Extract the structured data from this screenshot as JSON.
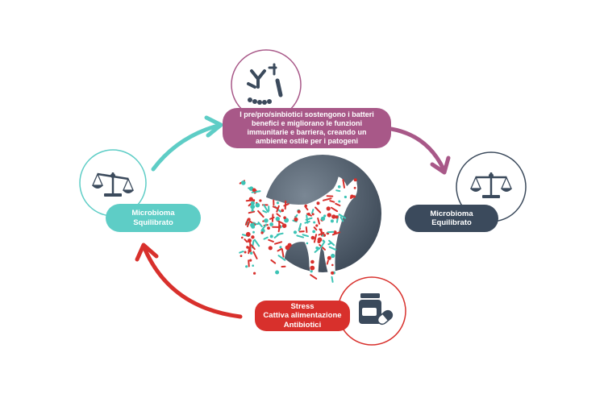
{
  "nodes": {
    "top": {
      "text": "I pre/pro/sinbiotici sostengono i batteri benefici e migliorano le funzioni immunitarie e barriera, creando un ambiente ostile per i patogeni",
      "color": "#a85888",
      "icon": "bacteria-icon"
    },
    "right": {
      "line1": "Microbioma",
      "line2": "Equilibrato",
      "color": "#3b4a5c",
      "icon": "balance-scale-icon"
    },
    "left": {
      "line1": "Microbioma",
      "line2": "Squilibrato",
      "color": "#5ecdc6",
      "icon": "unbalanced-scale-icon"
    },
    "bottom": {
      "line1": "Stress",
      "line2": "Cattiva alimentazione",
      "line3": "Antibiotici",
      "color": "#d8302c",
      "icon": "medicine-bottle-icon"
    }
  },
  "colors": {
    "dark_circle": "#4a5866",
    "cat_teal": "#3cc3b5",
    "cat_red": "#d8302c",
    "arrow_teal": "#5ecdc6",
    "arrow_purple": "#a85888",
    "arrow_red": "#d8302c"
  }
}
